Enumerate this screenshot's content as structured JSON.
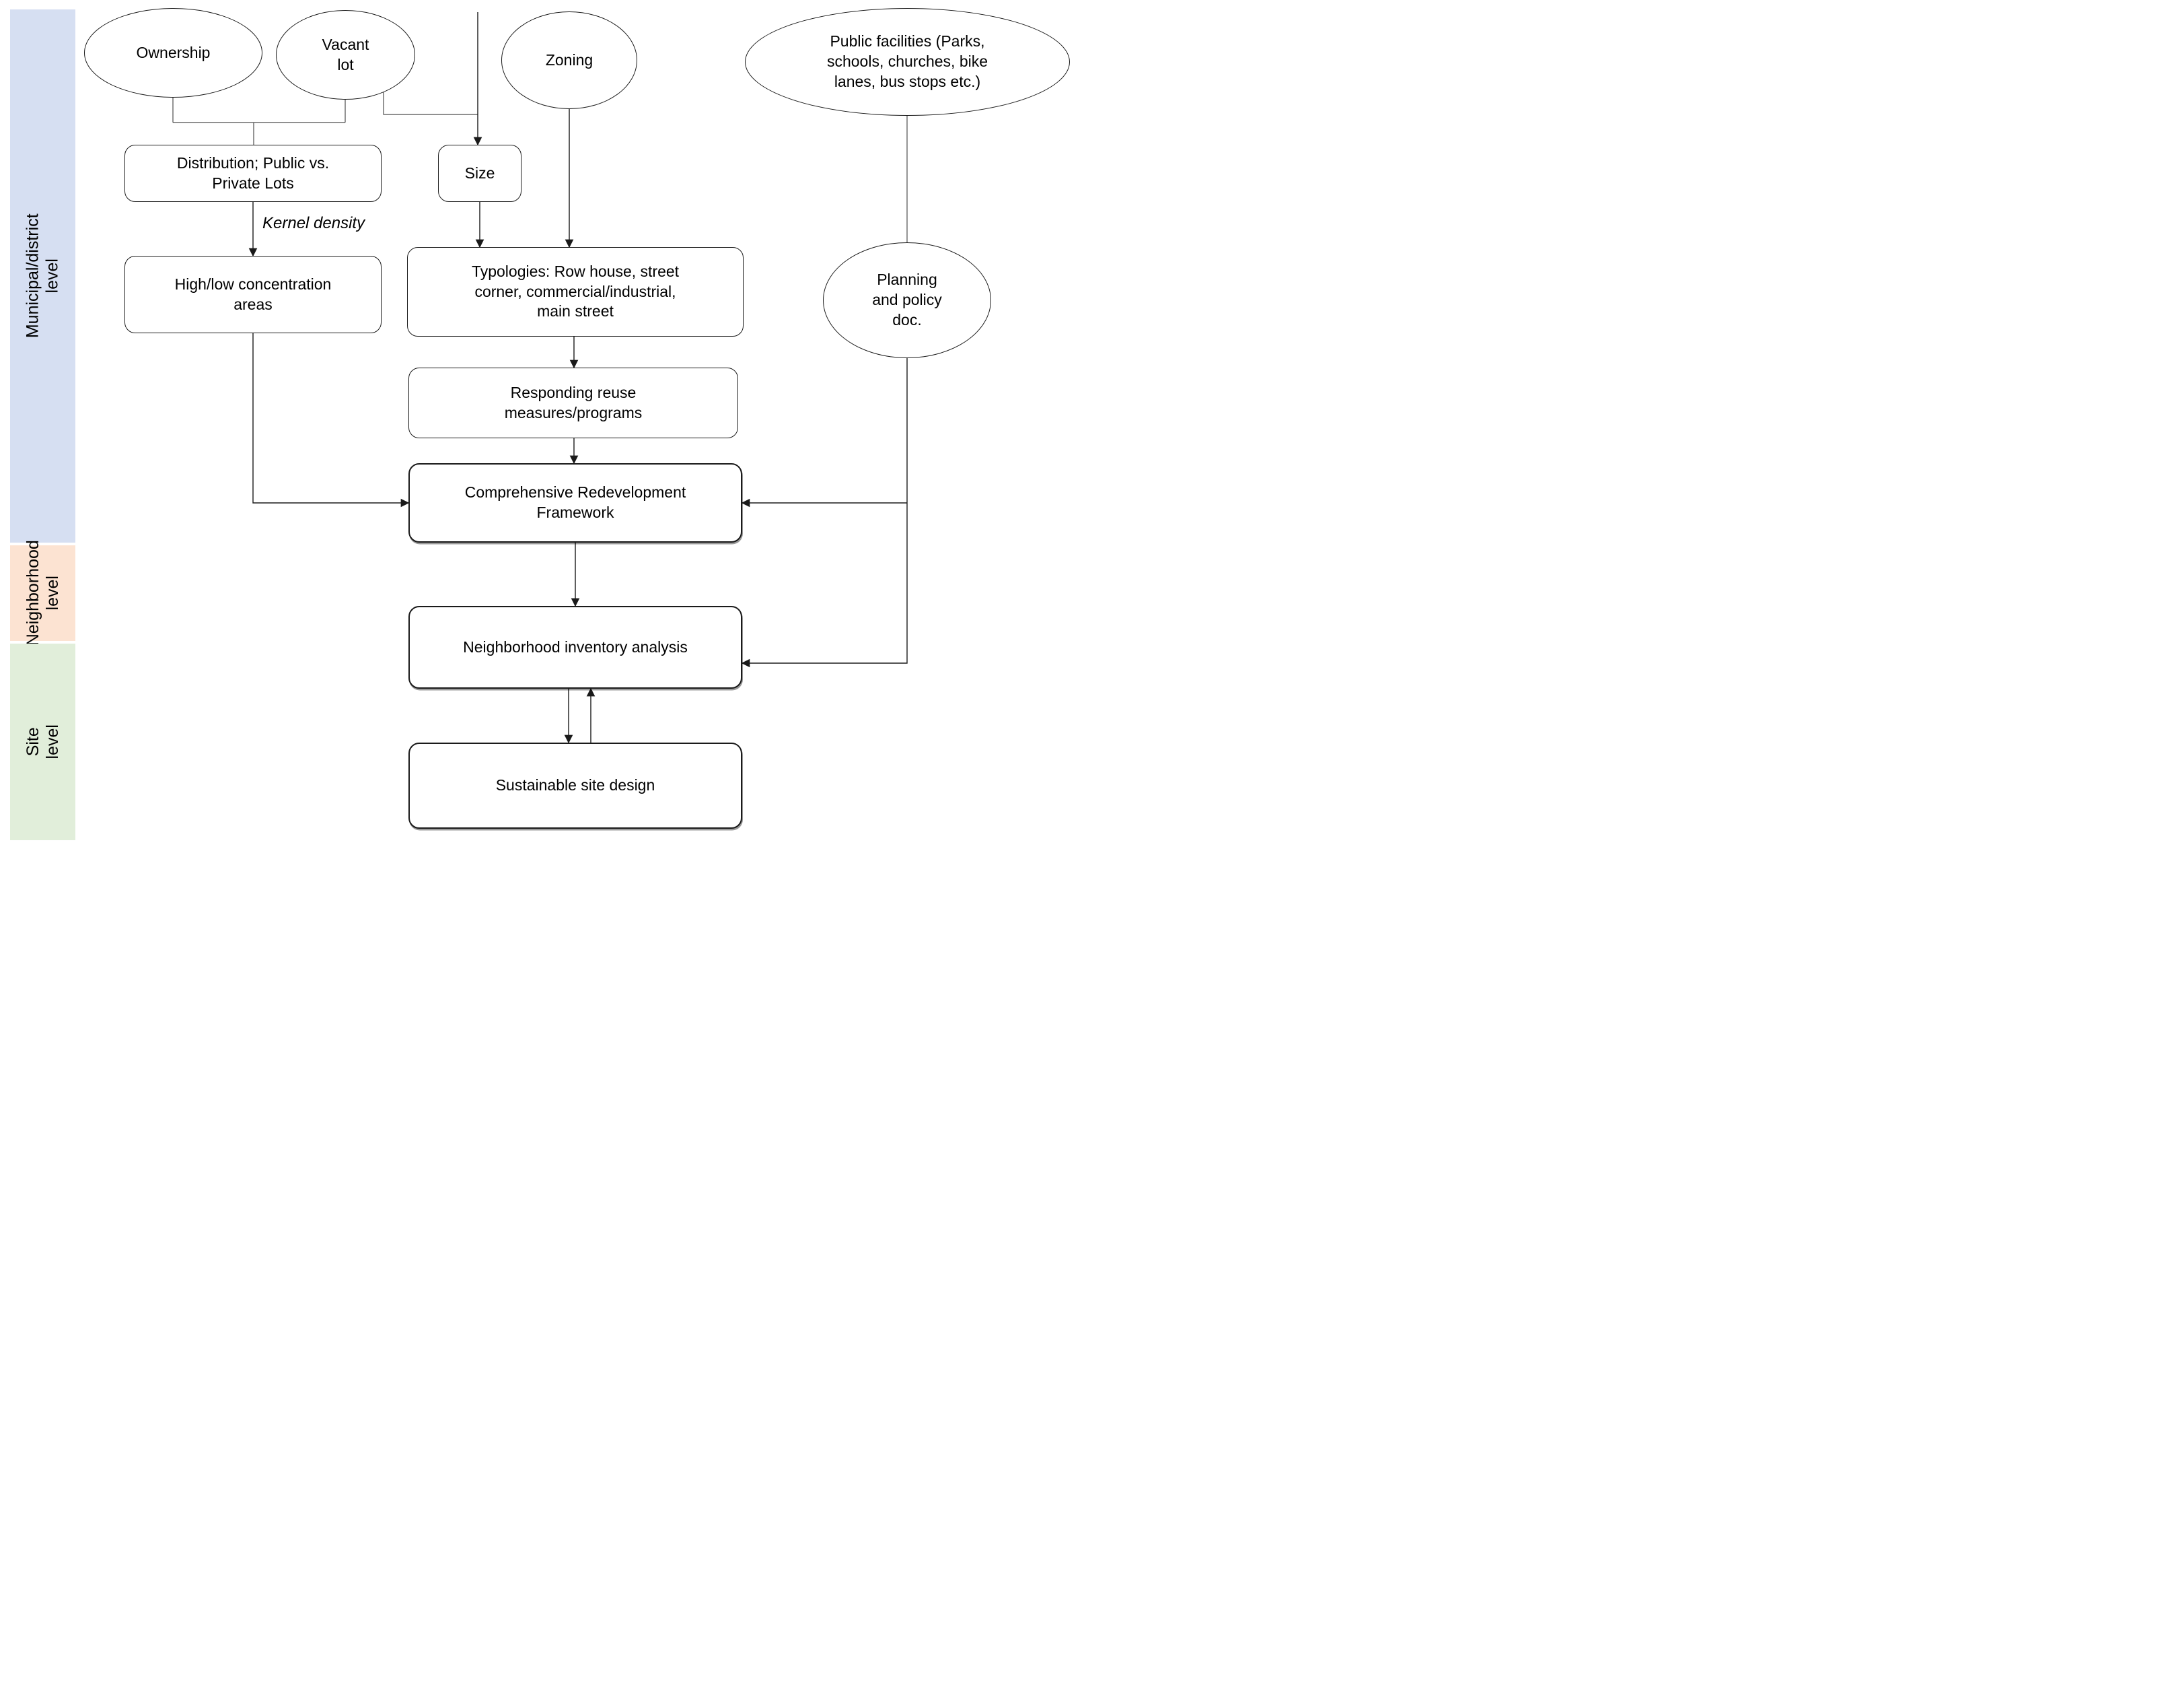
{
  "diagram": {
    "levels": {
      "municipal": {
        "label": "Municipal/district level",
        "color": "#d6dff2"
      },
      "neighborhood": {
        "label": "Neighborhood\nlevel",
        "color": "#fce3d2"
      },
      "site": {
        "label": "Site\nlevel",
        "color": "#e1eeda"
      }
    },
    "ellipses": {
      "ownership": {
        "label": "Ownership"
      },
      "vacant_lot": {
        "label": "Vacant\nlot"
      },
      "zoning": {
        "label": "Zoning"
      },
      "public_facilities": {
        "label": "Public facilities (Parks,\nschools, churches, bike\nlanes, bus stops etc.)"
      },
      "planning_policy": {
        "label": "Planning\nand policy\ndoc."
      }
    },
    "boxes": {
      "distribution": {
        "label": "Distribution; Public vs.\nPrivate Lots"
      },
      "size": {
        "label": "Size"
      },
      "highlow": {
        "label": "High/low concentration\nareas"
      },
      "typologies": {
        "label": "Typologies: Row house, street\ncorner, commercial/industrial,\nmain street"
      },
      "responding": {
        "label": "Responding reuse\nmeasures/programs"
      },
      "crf": {
        "label": "Comprehensive Redevelopment\nFramework"
      },
      "nia": {
        "label": "Neighborhood inventory analysis"
      },
      "sustainable": {
        "label": "Sustainable site design"
      }
    },
    "edge_labels": {
      "kernel_density": "Kernel density"
    },
    "line_color": "#1a1a1a"
  }
}
